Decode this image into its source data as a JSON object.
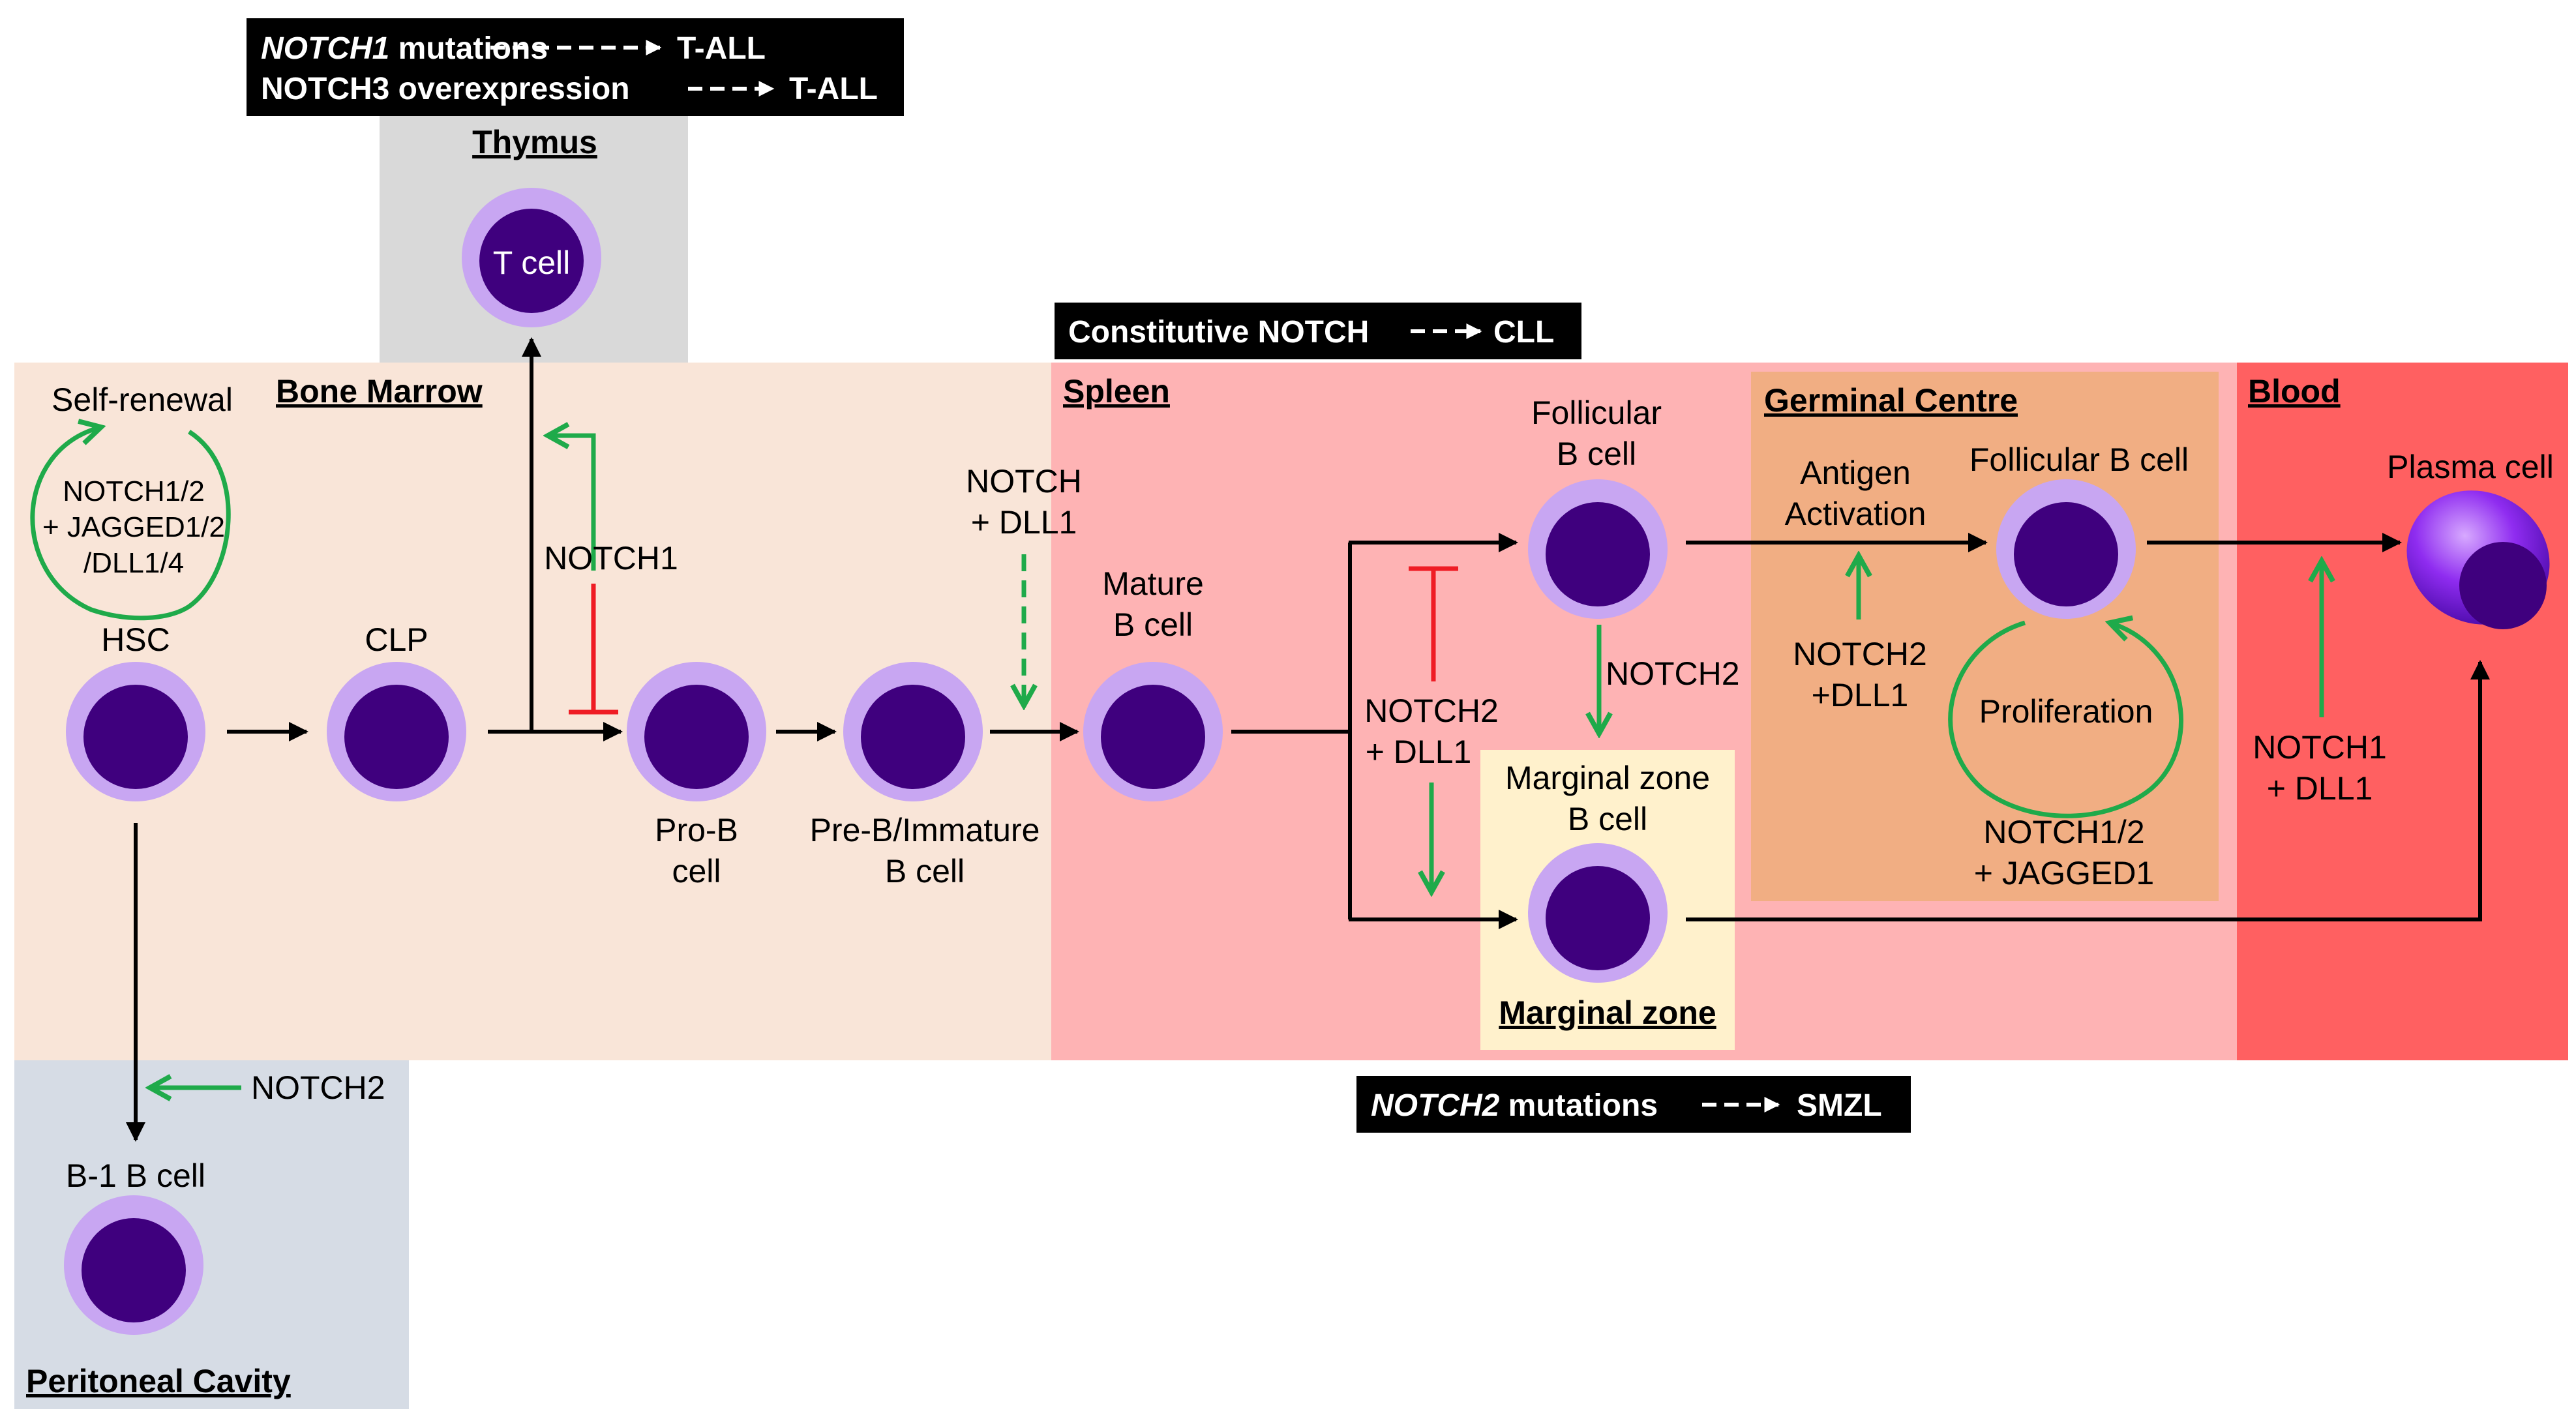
{
  "colors": {
    "bone_marrow": "#f9e5d8",
    "spleen": "#feb3b4",
    "germinal_centre": "#f1ae83",
    "blood": "#ff6061",
    "marginal_zone": "#fff1cc",
    "thymus": "#d9d9d9",
    "peritoneal": "#d6dce5",
    "cell_outer": "#c8a6f2",
    "cell_inner": "#3f007e",
    "green": "#1faa4a",
    "red": "#ef1c24",
    "black": "#000000"
  },
  "callouts": {
    "t_all_line1_gene": "NOTCH1",
    "t_all_line1_rest": " mutations",
    "t_all_line1_result": "T-ALL",
    "t_all_line2": "NOTCH3 overexpression",
    "t_all_line2_result": "T-ALL",
    "cll_text": "Constitutive NOTCH",
    "cll_result": "CLL",
    "smzl_gene": "NOTCH2",
    "smzl_rest": " mutations",
    "smzl_result": "SMZL"
  },
  "regions": {
    "thymus": "Thymus",
    "bone_marrow": "Bone Marrow",
    "spleen": "Spleen",
    "germinal_centre": "Germinal Centre",
    "blood": "Blood",
    "marginal_zone": "Marginal zone",
    "peritoneal_cavity": "Peritoneal Cavity"
  },
  "cells": {
    "t_cell": "T cell",
    "hsc": "HSC",
    "clp": "CLP",
    "pro_b_line1": "Pro-B",
    "pro_b_line2": "cell",
    "pre_b_line1": "Pre-B/Immature",
    "pre_b_line2": "B cell",
    "mature_b_line1": "Mature",
    "mature_b_line2": "B cell",
    "follicular_line1": "Follicular",
    "follicular_line2": "B cell",
    "mz_b_line1": "Marginal zone",
    "mz_b_line2": "B cell",
    "gc_follicular": "Follicular B cell",
    "plasma": "Plasma cell",
    "b1": "B-1 B cell"
  },
  "signals": {
    "self_renewal": "Self-renewal",
    "hsc_loop_line1": "NOTCH1/2",
    "hsc_loop_line2": "+ JAGGED1/2",
    "hsc_loop_line3": "/DLL1/4",
    "notch1_t": "NOTCH1",
    "notch_dll1_line1": "NOTCH",
    "notch_dll1_line2": "+ DLL1",
    "notch2_dll1_mz_line1": "NOTCH2",
    "notch2_dll1_mz_line2": "+ DLL1",
    "notch2_fo_mz": "NOTCH2",
    "antigen_line1": "Antigen",
    "antigen_line2": "Activation",
    "notch2_gc_line1": "NOTCH2",
    "notch2_gc_line2": "+DLL1",
    "proliferation": "Proliferation",
    "gc_loop_line1": "NOTCH1/2",
    "gc_loop_line2": "+ JAGGED1",
    "notch1_plasma_line1": "NOTCH1",
    "notch1_plasma_line2": "+ DLL1",
    "notch2_b1": "NOTCH2"
  }
}
